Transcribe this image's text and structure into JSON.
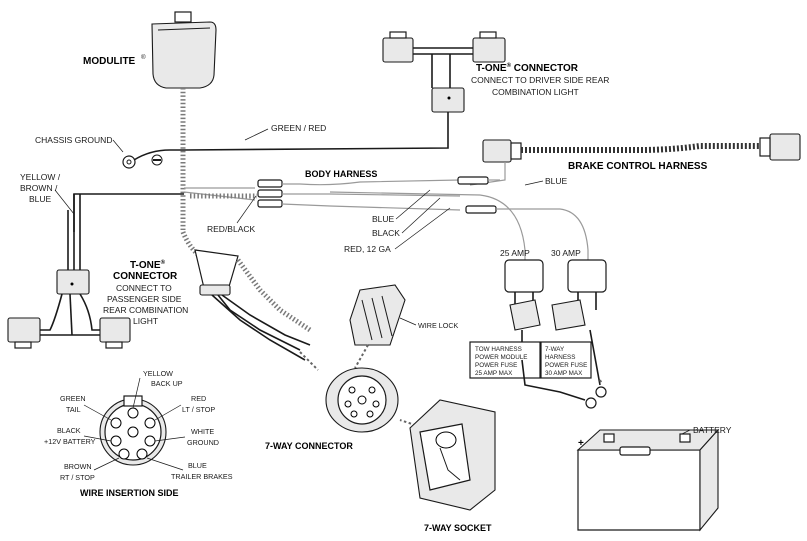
{
  "labels": {
    "modulite": "MODULITE",
    "modulite_reg": "®",
    "t_one_driver_title": "T-ONE",
    "t_one_reg": "®",
    "connector_word": "CONNECTOR",
    "driver_line1": "CONNECT TO DRIVER SIDE REAR",
    "driver_line2": "COMBINATION LIGHT",
    "chassis_ground": "CHASSIS GROUND",
    "green_red": "GREEN / RED",
    "brake_control_harness": "BRAKE CONTROL HARNESS",
    "body_harness": "BODY HARNESS",
    "blue_top": "BLUE",
    "yellow": "YELLOW /",
    "brown": "BROWN /",
    "blue_left": "BLUE",
    "blue_mid": "BLUE",
    "black_mid": "BLACK",
    "red_12ga": "RED, 12 GA",
    "red_black": "RED/BLACK",
    "amp25": "25 AMP",
    "amp30": "30 AMP",
    "passenger_title": "T-ONE",
    "passenger_connector": "CONNECTOR",
    "passenger_line1": "CONNECT TO",
    "passenger_line2": "PASSENGER SIDE",
    "passenger_line3": "REAR COMBINATION",
    "passenger_line4": "LIGHT",
    "wire_lock": "WIRE LOCK",
    "tow_fuse": [
      "TOW HARNESS",
      "POWER MODULE",
      "POWER FUSE",
      "25 AMP MAX"
    ],
    "way_fuse": [
      "7-WAY",
      "HARNESS",
      "POWER FUSE",
      "30 AMP MAX"
    ],
    "seven_way_connector": "7-WAY CONNECTOR",
    "seven_way_socket": "7-WAY SOCKET",
    "battery": "BATTERY",
    "battery_plus": "+",
    "wire_insertion_side": "WIRE INSERTION SIDE"
  },
  "pinout": {
    "yellow": "YELLOW",
    "back_up": "BACK UP",
    "green": "GREEN",
    "tail": "TAIL",
    "red": "RED",
    "lt_stop": "LT / STOP",
    "black": "BLACK",
    "plus12": "+12V BATTERY",
    "white": "WHITE",
    "ground": "GROUND",
    "brown": "BROWN",
    "rt_stop": "RT / STOP",
    "blue": "BLUE",
    "trailer_brakes": "TRAILER BRAKES"
  },
  "icons": [
    "modulite-module-icon",
    "ring-terminal-icon",
    "fuse-holder-icon",
    "battery-icon",
    "seven-way-socket-icon",
    "seven-way-connector-icon",
    "wire-lock-icon",
    "t-one-connector-icon",
    "brake-control-plug-icon"
  ]
}
